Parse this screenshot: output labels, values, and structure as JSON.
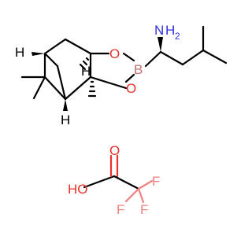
{
  "molecule": {
    "atoms": {
      "nitrogen": "N",
      "amine_h": "H",
      "amine_sub": "2",
      "boron": "B",
      "oxygen_upper": "O",
      "oxygen_lower": "O",
      "h_left": "H",
      "h_bridge": "H",
      "h_bottom": "H"
    },
    "acid": {
      "hydroxyl": "HO",
      "carbonyl_o": "O",
      "fluorine_right": "F",
      "fluorine_left": "F",
      "fluorine_bottom": "F"
    },
    "colors": {
      "carbon_bond": "#000000",
      "nitrogen": "#3030e0",
      "boron": "#c07070",
      "oxygen": "#e8322b",
      "fluorine": "#f08080"
    }
  }
}
